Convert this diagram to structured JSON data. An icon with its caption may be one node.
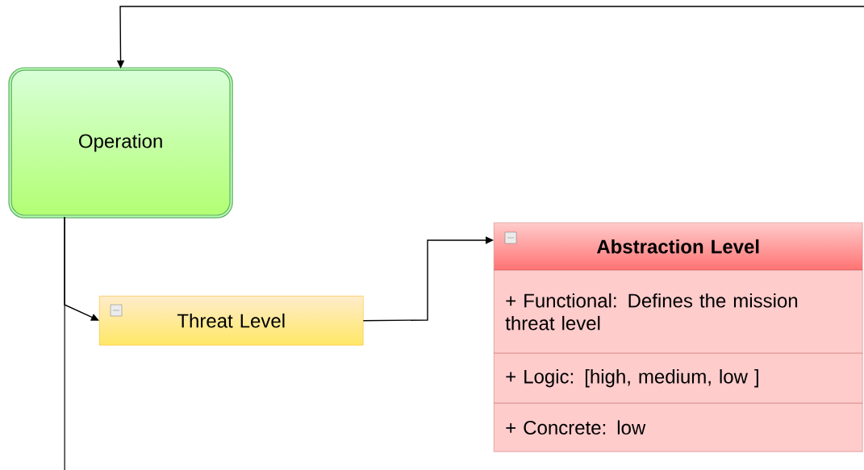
{
  "diagram": {
    "nodes": [
      {
        "text": [
          "Operation"
        ]
      },
      {
        "text": [
          "Threat Level"
        ]
      },
      {
        "text": [
          "Abstraction Level",
          "+ Functional: Defines the mission threat level",
          "+ Logic: [high, medium, low ]",
          "+ Concrete: low"
        ]
      }
    ],
    "edges": [
      {
        "from": null,
        "to": 0,
        "arrow": "to"
      },
      {
        "from": 0,
        "to": 1,
        "arrow": "to"
      },
      {
        "from": 0,
        "to": null,
        "arrow": "none"
      },
      {
        "from": 1,
        "to": 2,
        "arrow": "to"
      }
    ]
  }
}
